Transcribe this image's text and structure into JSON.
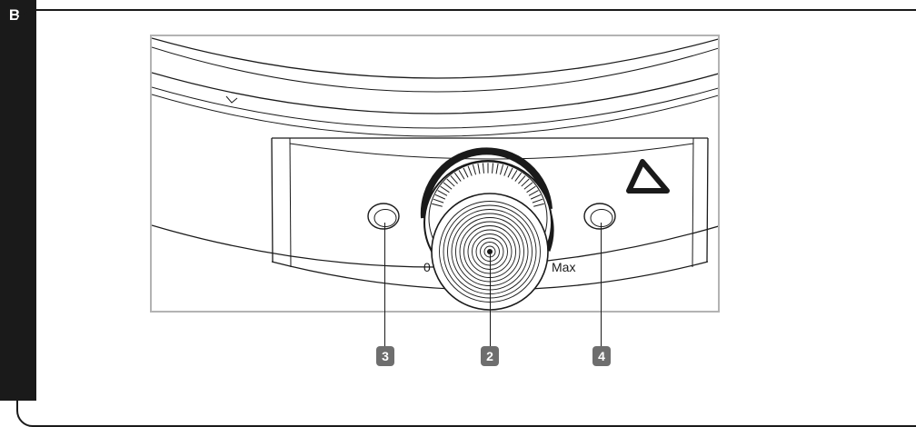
{
  "section_label": "B",
  "dial": {
    "min_label": "0",
    "max_label": "Max"
  },
  "callouts": [
    {
      "number": "3"
    },
    {
      "number": "2"
    },
    {
      "number": "4"
    }
  ]
}
